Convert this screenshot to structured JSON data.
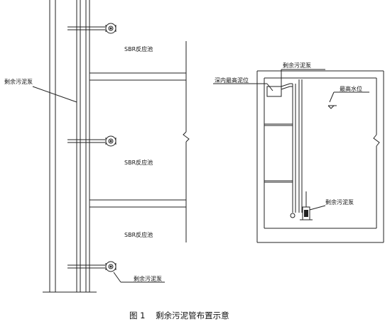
{
  "left_view": {
    "pipe_label": "剩余污泥泵",
    "tank_labels": [
      "SBR反应池",
      "SBR反应池",
      "SBR反应池"
    ],
    "pump_label_bottom": "剩余污泥泵"
  },
  "right_view": {
    "pump_label_top": "剩余污泥泵",
    "pit_level_label": "深内最高泥位",
    "water_level_label": "最高水位",
    "pump_label_bottom": "剩余污泥泵"
  },
  "caption": "图 1    剩余污泥管布置示意"
}
